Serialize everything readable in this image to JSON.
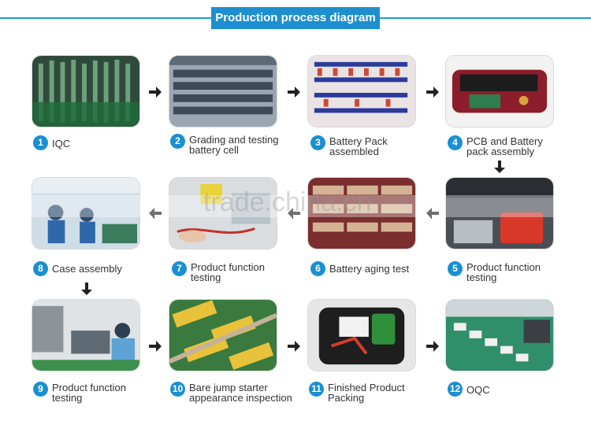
{
  "title": "Production process diagram",
  "watermark": "trade.china.cn",
  "steps": [
    {
      "num": "1",
      "label": "IQC"
    },
    {
      "num": "2",
      "label": "Grading and testing battery cell"
    },
    {
      "num": "3",
      "label": "Battery Pack assembled"
    },
    {
      "num": "4",
      "label": "PCB and Battery pack assembly"
    },
    {
      "num": "5",
      "label": "Product function testing"
    },
    {
      "num": "6",
      "label": "Battery aging test"
    },
    {
      "num": "7",
      "label": "Product function testing"
    },
    {
      "num": "8",
      "label": "Case assembly"
    },
    {
      "num": "9",
      "label": "Product function testing"
    },
    {
      "num": "10",
      "label": "Bare jump starter appearance inspection"
    },
    {
      "num": "11",
      "label": "Finished Product Packing"
    },
    {
      "num": "12",
      "label": "OQC"
    }
  ],
  "colors": {
    "accent": "#1d8fd0",
    "arrow": "#222222"
  }
}
